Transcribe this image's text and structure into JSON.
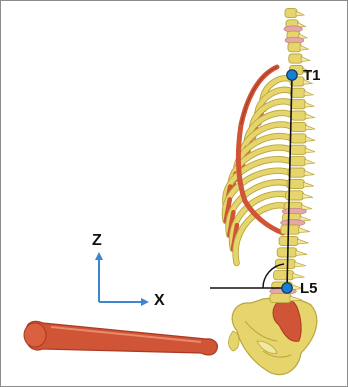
{
  "labels": {
    "landmark_upper": "T1",
    "landmark_lower": "L5",
    "axis_vertical": "Z",
    "axis_horizontal": "X"
  },
  "colors": {
    "background": "#ffffff",
    "border": "#8c8c8c",
    "bone": "#e6d56d",
    "bone_light": "#f2e8a2",
    "bone_shadow": "#b9a53e",
    "rib_red": "#cf5536",
    "rib_red_dark": "#a93b22",
    "disc_pink": "#e6a7a8",
    "marker_fill": "#1b7fd1",
    "marker_stroke": "#0a3760",
    "axis_arrow": "#3f84cf",
    "line": "#111111"
  },
  "icons": {
    "landmark_marker": "circle-marker",
    "axis_arrow": "arrow"
  }
}
